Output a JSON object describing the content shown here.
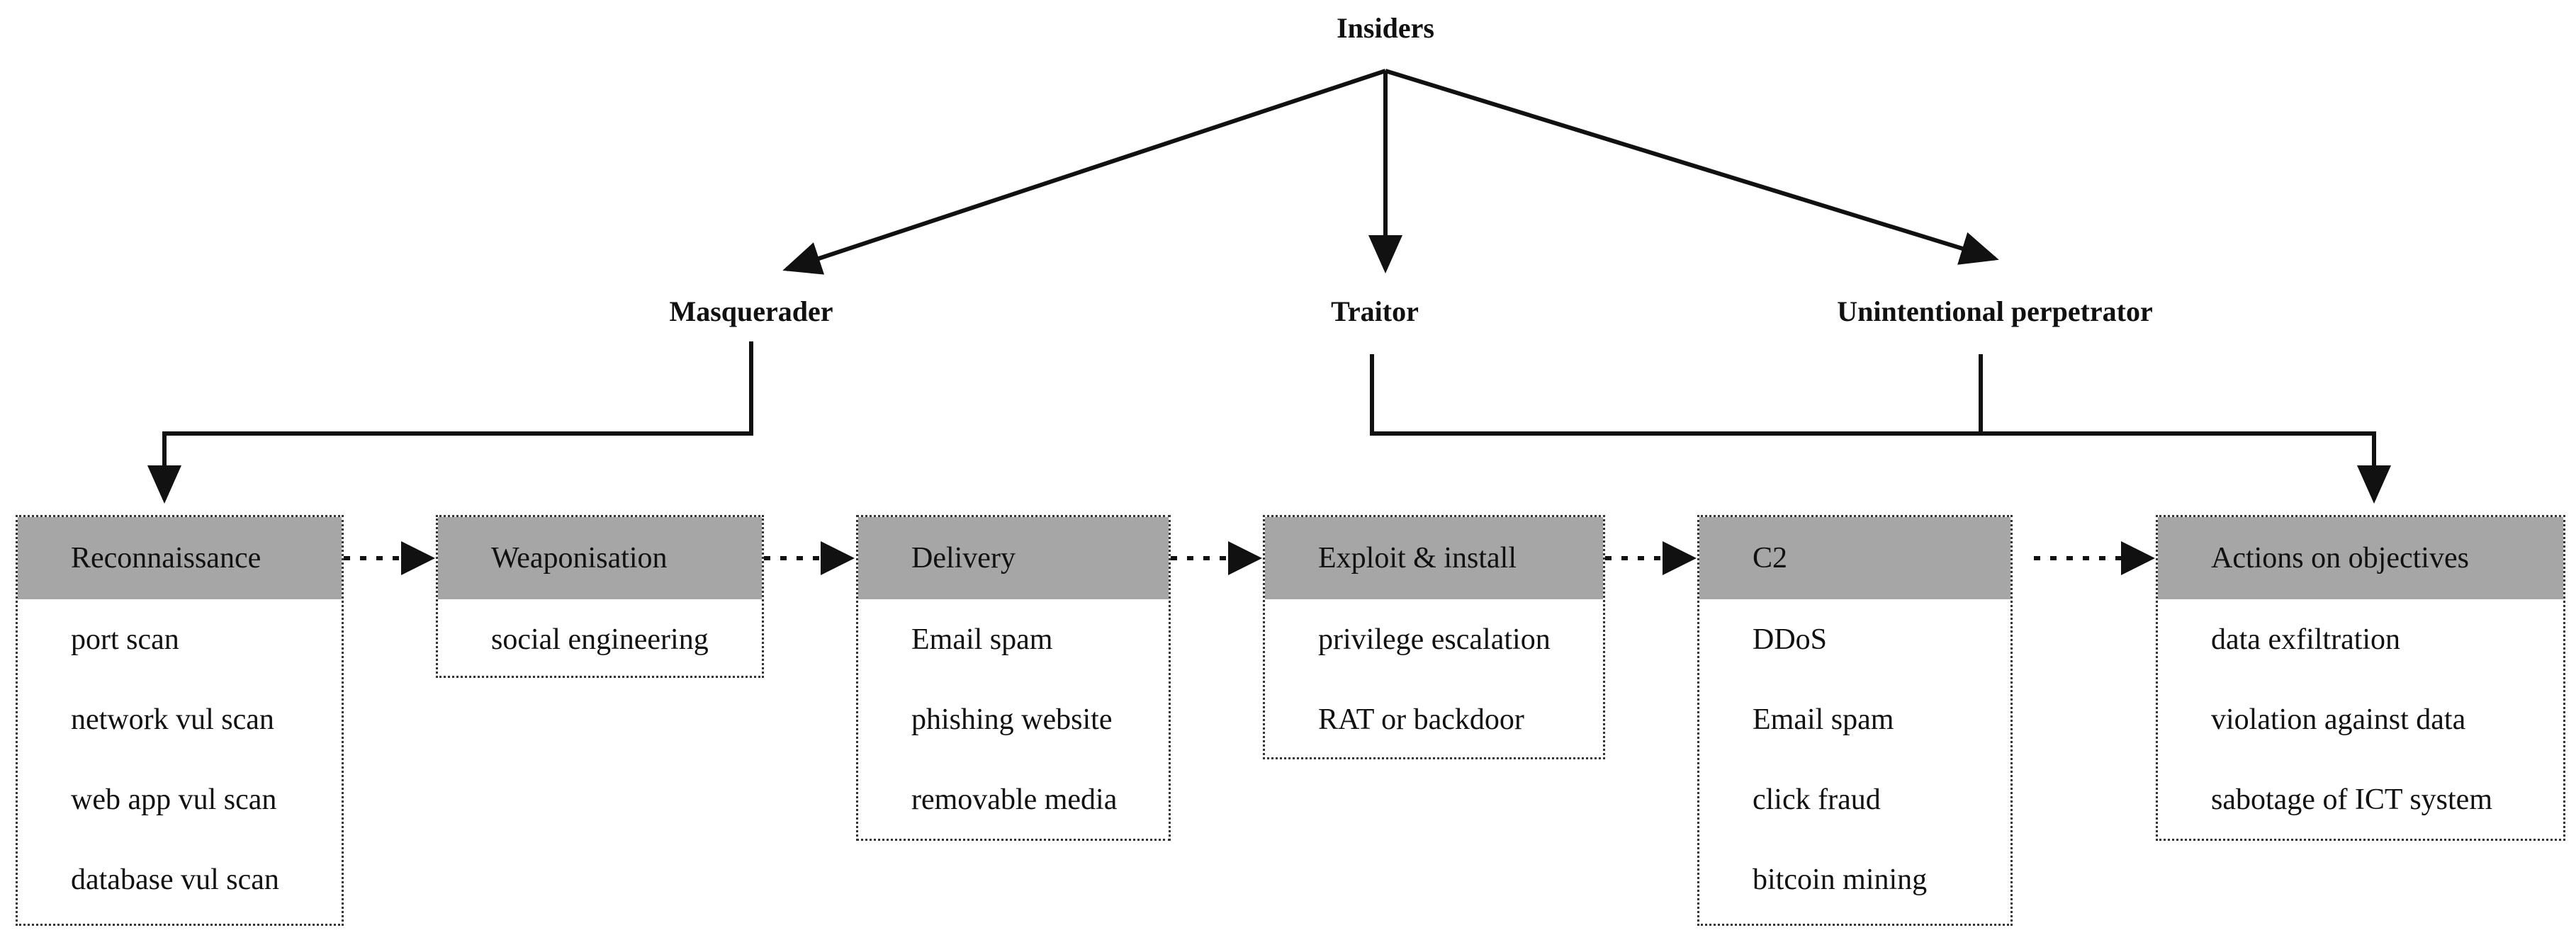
{
  "title": "Insiders",
  "insider_types": [
    {
      "id": "masquerader",
      "label": "Masquerader"
    },
    {
      "id": "traitor",
      "label": "Traitor"
    },
    {
      "id": "unintentional",
      "label": "Unintentional perpetrator"
    }
  ],
  "stages": [
    {
      "id": "reconnaissance",
      "title": "Reconnaissance",
      "items": [
        "port scan",
        "network vul scan",
        "web app vul scan",
        "database vul scan"
      ]
    },
    {
      "id": "weaponisation",
      "title": "Weaponisation",
      "items": [
        "social engineering"
      ]
    },
    {
      "id": "delivery",
      "title": "Delivery",
      "items": [
        "Email spam",
        "phishing website",
        "removable media"
      ]
    },
    {
      "id": "exploit-install",
      "title": "Exploit & install",
      "items": [
        "privilege escalation",
        "RAT or backdoor"
      ]
    },
    {
      "id": "c2",
      "title": "C2",
      "items": [
        "DDoS",
        "Email spam",
        "click fraud",
        "bitcoin mining"
      ]
    },
    {
      "id": "actions-on-objectives",
      "title": "Actions on objectives",
      "items": [
        "data exfiltration",
        "violation against data",
        "sabotage of ICT system"
      ]
    }
  ],
  "edges": [
    {
      "from": "insiders",
      "to": "masquerader",
      "style": "solid-arrow"
    },
    {
      "from": "insiders",
      "to": "traitor",
      "style": "solid-arrow"
    },
    {
      "from": "insiders",
      "to": "unintentional",
      "style": "solid-arrow"
    },
    {
      "from": "masquerader",
      "to": "reconnaissance",
      "style": "solid-elbow-arrow"
    },
    {
      "from": "traitor",
      "to": "actions-on-objectives",
      "style": "solid-elbow-arrow"
    },
    {
      "from": "unintentional",
      "to": "actions-on-objectives",
      "style": "solid-elbow-arrow"
    },
    {
      "from": "reconnaissance",
      "to": "weaponisation",
      "style": "dotted-arrow"
    },
    {
      "from": "weaponisation",
      "to": "delivery",
      "style": "dotted-arrow"
    },
    {
      "from": "delivery",
      "to": "exploit-install",
      "style": "dotted-arrow"
    },
    {
      "from": "exploit-install",
      "to": "c2",
      "style": "dotted-arrow"
    },
    {
      "from": "c2",
      "to": "actions-on-objectives",
      "style": "dotted-arrow"
    }
  ],
  "colors": {
    "header_fill": "#a6a6a6",
    "line": "#111111",
    "box_border": "#333333"
  }
}
